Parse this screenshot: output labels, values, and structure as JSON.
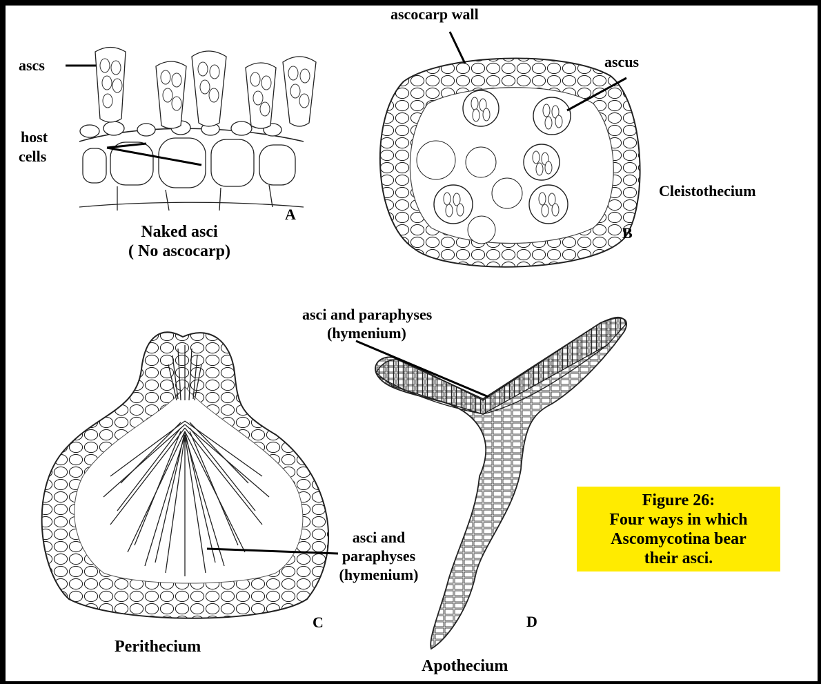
{
  "panels": {
    "a": {
      "letter": "A",
      "caption_line1": "Naked asci",
      "caption_line2": "( No ascocarp)",
      "label_ascs": "ascs",
      "label_host1": "host",
      "label_host2": "cells"
    },
    "b": {
      "letter": "B",
      "caption": "Cleistothecium",
      "label_wall": "ascocarp wall",
      "label_ascus": "ascus"
    },
    "c": {
      "letter": "C",
      "caption": "Perithecium",
      "label_line1": "asci and",
      "label_line2": "paraphyses",
      "label_line3": "(hymenium)"
    },
    "d": {
      "letter": "D",
      "caption": "Apothecium",
      "label_line1": "asci and paraphyses",
      "label_line2": "(hymenium)"
    }
  },
  "figure_caption": {
    "line1": "Figure 26:",
    "line2": "Four ways in which",
    "line3": "Ascomycotina bear",
    "line4": "their asci.",
    "background_color": "#FFEB00"
  }
}
